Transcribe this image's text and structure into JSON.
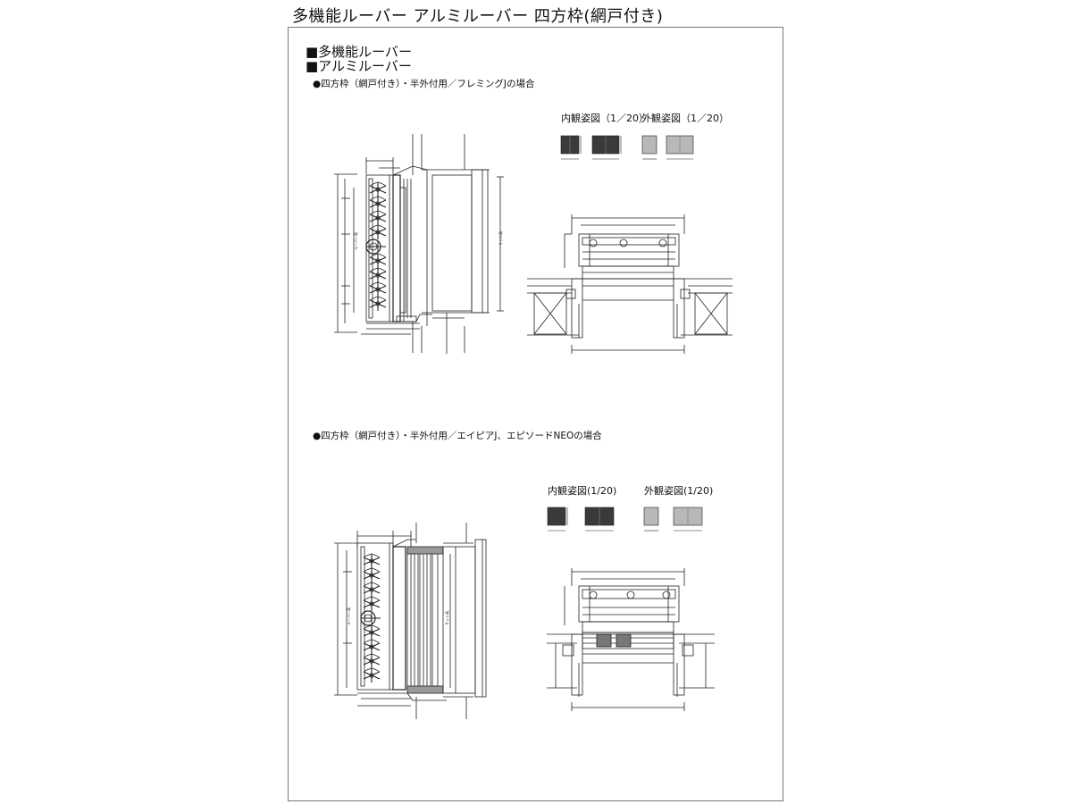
{
  "document": {
    "title": "多機能ルーバー アルミルーバー 四方枠(網戸付き)",
    "headings": [
      "■多機能ルーバー",
      "■アルミルーバー"
    ],
    "sections": [
      {
        "label": "●四方枠（網戸付き）・半外付用／フレミングJの場合",
        "interior_view_label": "内観姿図（1／20）",
        "exterior_view_label": "外観姿図（1／20）"
      },
      {
        "label": "●四方枠（網戸付き）・半外付用／エイピアJ、エピソードNEOの場合",
        "interior_view_label": "内観姿図(1/20)",
        "exterior_view_label": "外観姿図(1/20)"
      }
    ]
  },
  "colors": {
    "ink": "#222222",
    "interior_fill": "#3a3a3a",
    "exterior_fill": "#b8b8b8",
    "frame_border": "#777777"
  }
}
